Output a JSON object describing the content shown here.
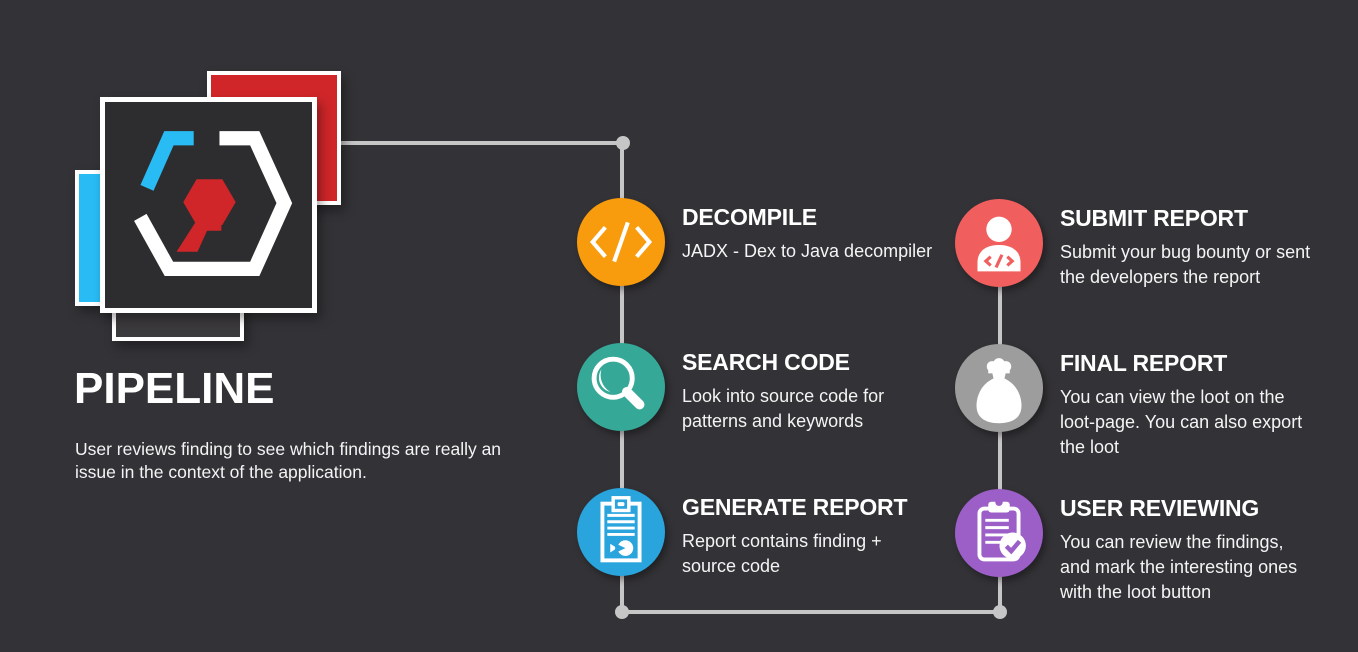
{
  "background": "#333236",
  "connector_color": "#C7C6C7",
  "header": {
    "title": "PIPELINE",
    "description": "User reviews finding to see which findings are really an\nissue in the context of the application."
  },
  "logo": {
    "colors": {
      "red": "#D02629",
      "cyan": "#29BCF4",
      "white": "#FFFFFF",
      "dark": "#2D2C2F"
    }
  },
  "steps": [
    {
      "id": "decompile",
      "icon": "code-icon",
      "title": "DECOMPILE",
      "color": "#F89B0C",
      "description": "JADX - Dex to Java decompiler"
    },
    {
      "id": "search-code",
      "icon": "magnifier-icon",
      "title": "SEARCH CODE",
      "color": "#35A897",
      "description": "Look into source code for\npatterns and keywords"
    },
    {
      "id": "generate-report",
      "icon": "report-clipboard-icon",
      "title": "GENERATE REPORT",
      "color": "#29A4DD",
      "description": "Report contains finding +\nsource code"
    },
    {
      "id": "submit-report",
      "icon": "person-code-icon",
      "title": "SUBMIT REPORT",
      "color": "#F15E5E",
      "description": "Submit your bug bounty or sent\nthe developers the report"
    },
    {
      "id": "final-report",
      "icon": "money-bag-icon",
      "title": "FINAL REPORT",
      "color": "#9D9D9D",
      "description": "You can view the loot on the\nloot-page. You can also export\nthe loot"
    },
    {
      "id": "user-reviewing",
      "icon": "clipboard-check-icon",
      "title": "USER REVIEWING",
      "color": "#9C5FC8",
      "description": "You can review the findings,\nand mark the interesting ones\nwith the loot button"
    }
  ]
}
